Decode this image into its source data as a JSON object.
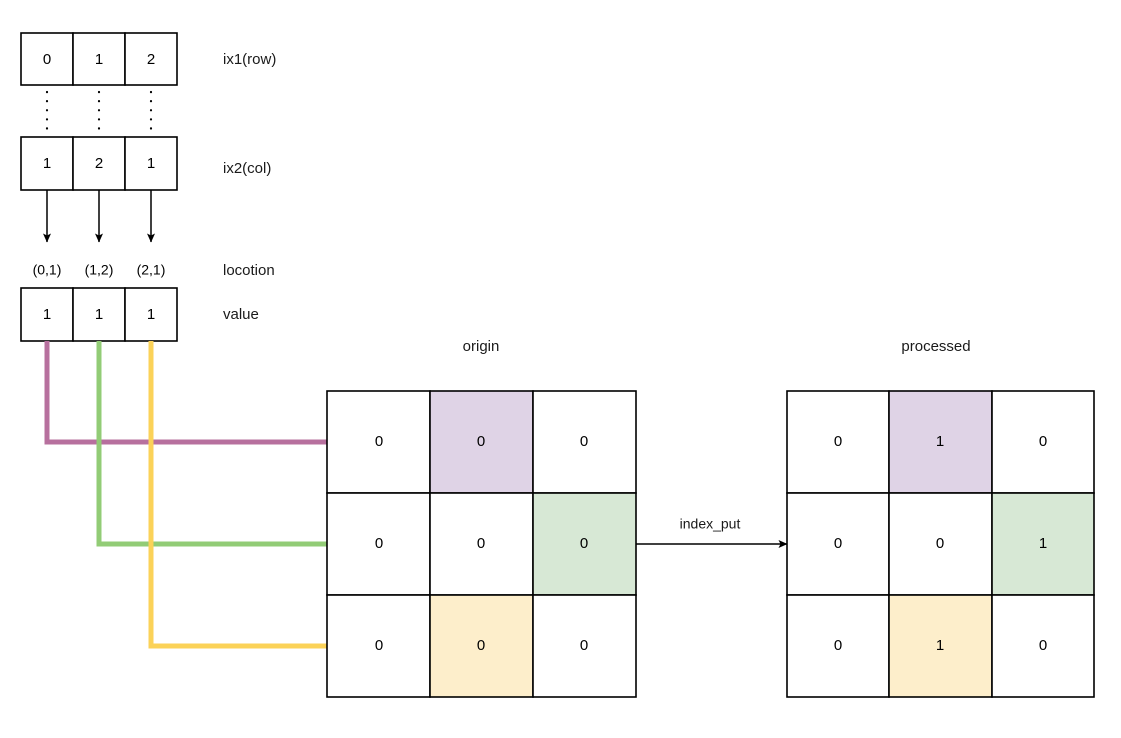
{
  "diagram": {
    "title_origin": "origin",
    "title_processed": "processed",
    "operation_label": "index_put"
  },
  "index_rows": [
    {
      "name": "ix1",
      "label": "ix1(row)",
      "values": [
        "0",
        "1",
        "2"
      ]
    },
    {
      "name": "ix2",
      "label": "ix2(col)",
      "values": [
        "1",
        "2",
        "1"
      ]
    }
  ],
  "location": {
    "label": "locotion",
    "values": [
      "(0,1)",
      "(1,2)",
      "(2,1)"
    ]
  },
  "value": {
    "label": "value",
    "values": [
      "1",
      "1",
      "1"
    ]
  },
  "origin_matrix": {
    "rows": [
      [
        "0",
        "0",
        "0"
      ],
      [
        "0",
        "0",
        "0"
      ],
      [
        "0",
        "0",
        "0"
      ]
    ]
  },
  "processed_matrix": {
    "rows": [
      [
        "0",
        "1",
        "0"
      ],
      [
        "0",
        "0",
        "1"
      ],
      [
        "0",
        "1",
        "0"
      ]
    ]
  },
  "highlights": [
    {
      "row": 0,
      "col": 1,
      "color_key": "purple"
    },
    {
      "row": 1,
      "col": 2,
      "color_key": "green"
    },
    {
      "row": 2,
      "col": 1,
      "color_key": "yellow"
    }
  ],
  "colors": {
    "purple_fill": "#dfd3e6",
    "purple_line": "#b7709e",
    "green_fill": "#d7e8d5",
    "green_line": "#92cc76",
    "yellow_fill": "#fdeecb",
    "yellow_line": "#fbd258",
    "stroke": "#000000",
    "background": "#ffffff"
  }
}
